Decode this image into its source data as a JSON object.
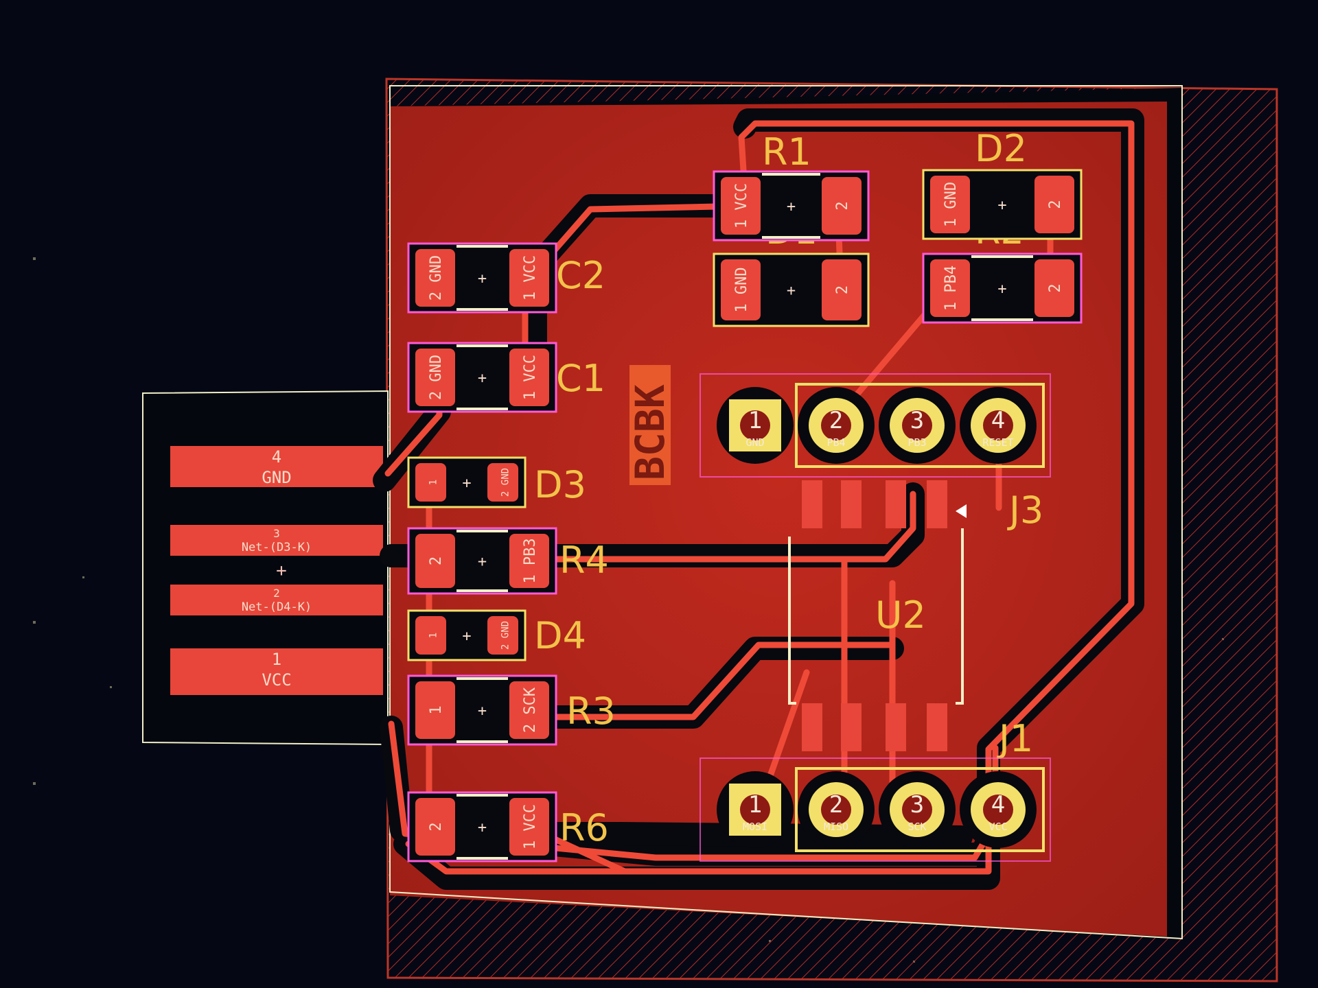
{
  "colors": {
    "background": "#050814",
    "board_fill": "#b3241c",
    "copper": "#e8463a",
    "copper_dark": "#8e1a14",
    "track": "#ef4a38",
    "silk": "#f2e06a",
    "edge": "#f2f0c8",
    "pad_label": "#f7dccb",
    "courtyard": "#ff5ad8",
    "hatch": "#d23a2a",
    "ref_text": "#f2c34a"
  },
  "board": {
    "label": "BCBK"
  },
  "usb_connector": {
    "pins": [
      {
        "num": "4",
        "net": "GND"
      },
      {
        "num": "3",
        "net": "Net-(D3-K)"
      },
      {
        "num": "2",
        "net": "Net-(D4-K)"
      },
      {
        "num": "1",
        "net": "VCC"
      }
    ]
  },
  "components": [
    {
      "ref": "C2",
      "pad1": "GND",
      "pad1_num": "2",
      "pad2": "VCC",
      "pad2_num": "1"
    },
    {
      "ref": "C1",
      "pad1": "GND",
      "pad1_num": "2",
      "pad2": "VCC",
      "pad2_num": "1"
    },
    {
      "ref": "D3",
      "pad1": "1",
      "pad2": "GND",
      "pad2_num": "2"
    },
    {
      "ref": "R4",
      "pad1": "2",
      "pad2": "PB3",
      "pad2_num": "1"
    },
    {
      "ref": "D4",
      "pad1": "1",
      "pad2": "GND",
      "pad2_num": "2"
    },
    {
      "ref": "R3",
      "pad1": "1",
      "pad2": "SCK",
      "pad2_num": "2"
    },
    {
      "ref": "R6",
      "pad1": "2",
      "pad2": "VCC",
      "pad2_num": "1"
    },
    {
      "ref": "R1",
      "pad1": "VCC",
      "pad1_num": "1",
      "pad2": "2"
    },
    {
      "ref": "D1",
      "pad1": "GND",
      "pad1_num": "1",
      "pad2": "2"
    },
    {
      "ref": "D2",
      "pad1": "GND",
      "pad1_num": "1",
      "pad2": "2"
    },
    {
      "ref": "R2",
      "pad1": "PB4",
      "pad1_num": "1",
      "pad2": "2"
    },
    {
      "ref": "U2"
    },
    {
      "ref": "J3"
    },
    {
      "ref": "J1"
    }
  ],
  "headers": {
    "J3": [
      {
        "num": "1",
        "net": "GND"
      },
      {
        "num": "2",
        "net": "PB4"
      },
      {
        "num": "3",
        "net": "PB3"
      },
      {
        "num": "4",
        "net": "RESET"
      }
    ],
    "J1": [
      {
        "num": "1",
        "net": "MOSI"
      },
      {
        "num": "2",
        "net": "MISO"
      },
      {
        "num": "3",
        "net": "SCK"
      },
      {
        "num": "4",
        "net": "VCC"
      }
    ]
  }
}
